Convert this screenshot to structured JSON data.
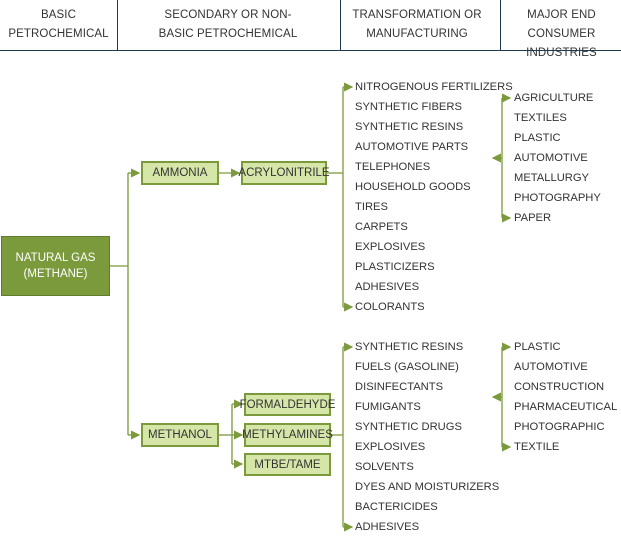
{
  "headers": {
    "basic": "BASIC PETROCHEMICAL",
    "secondary": "SECONDARY OR NON-BASIC PETROCHEMICAL",
    "transformation": "TRANSFORMATION OR MANUFACTURING",
    "industries": "MAJOR END CONSUMER INDUSTRIES"
  },
  "source": {
    "line1": "NATURAL GAS",
    "line2": "(METHANE)"
  },
  "ammonia": {
    "label": "AMMONIA",
    "derivative": "ACRYLONITRILE",
    "products": [
      "NITROGENOUS FERTILIZERS",
      "SYNTHETIC FIBERS",
      "SYNTHETIC RESINS",
      "AUTOMOTIVE PARTS",
      "TELEPHONES",
      "HOUSEHOLD GOODS",
      "TIRES",
      "CARPETS",
      "EXPLOSIVES",
      "PLASTICIZERS",
      "ADHESIVES",
      "COLORANTS"
    ],
    "industries": [
      "AGRICULTURE",
      "TEXTILES",
      "PLASTIC",
      "AUTOMOTIVE",
      "METALLURGY",
      "PHOTOGRAPHY",
      "PAPER"
    ]
  },
  "methanol": {
    "label": "METHANOL",
    "derivatives": [
      "FORMALDEHYDE",
      "METHYLAMINES",
      "MTBE/TAME"
    ],
    "products": [
      "SYNTHETIC RESINS",
      "FUELS (GASOLINE)",
      "DISINFECTANTS",
      "FUMIGANTS",
      "SYNTHETIC DRUGS",
      "EXPLOSIVES",
      "SOLVENTS",
      "DYES AND MOISTURIZERS",
      "BACTERICIDES",
      "ADHESIVES"
    ],
    "industries": [
      "PLASTIC",
      "AUTOMOTIVE",
      "CONSTRUCTION",
      "PHARMACEUTICAL",
      "PHOTOGRAPHIC",
      "TEXTILE"
    ]
  },
  "colors": {
    "accent": "#7a9a3c",
    "light": "#d6e6a8",
    "rule": "#1f3a4d"
  }
}
